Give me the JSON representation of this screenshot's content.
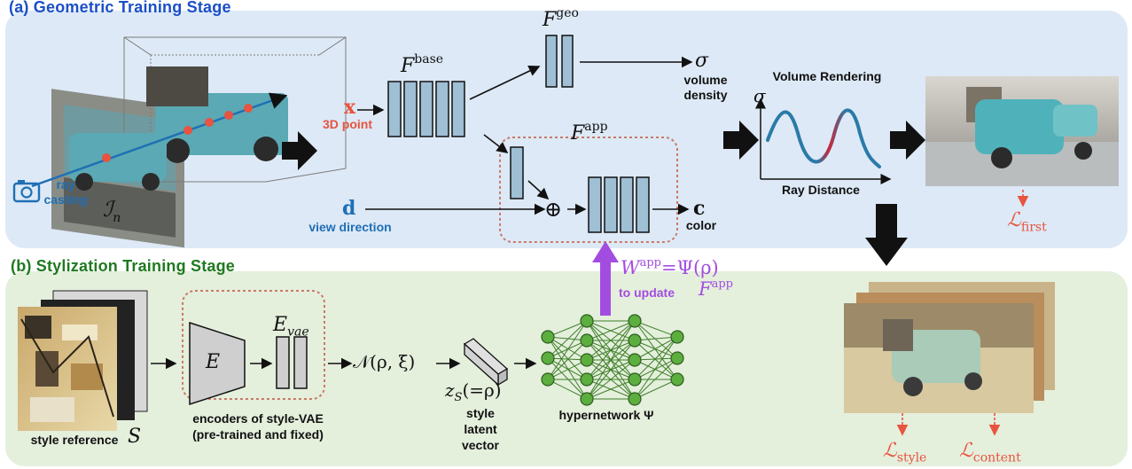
{
  "stages": {
    "geometric": "(a) Geometric Training Stage",
    "stylization": "(b) Stylization Training Stage"
  },
  "geometric": {
    "ray_label": "ray",
    "casting_label": "casting",
    "image_symbol": "ℐ",
    "image_subscript": "n",
    "x_symbol": "x",
    "point_label": "3D point",
    "d_symbol": "d",
    "view_direction_label": "view direction",
    "f_base": "F",
    "f_base_sup": "base",
    "f_geo": "F",
    "f_geo_sup": "geo",
    "f_app": "F",
    "f_app_sup": "app",
    "sigma": "σ",
    "volume_label": "volume",
    "density_label": "density",
    "c_symbol": "c",
    "color_label": "color",
    "oplus": "⊕",
    "volume_rendering_title": "Volume Rendering",
    "plot_sigma": "σ",
    "ray_distance_label": "Ray Distance",
    "loss_first": "ℒ",
    "loss_first_sub": "first"
  },
  "stylization": {
    "style_reference_label": "style reference",
    "style_reference_symbol": "S",
    "encoder_letter": "E",
    "e_vae": "E",
    "e_vae_sub": "vae",
    "encoders_line1": "encoders of style-VAE",
    "encoders_line2": "(pre-trained and fixed)",
    "normal_dist": "𝒩(ρ, ξ)",
    "zs": "z",
    "zs_sub": "S",
    "zs_rho": "(=ρ)",
    "style_word": "style",
    "latent_word": "latent",
    "vector_word": "vector",
    "hypernetwork_label": "hypernetwork Ψ",
    "w_app": "W",
    "w_app_sup": "app",
    "w_app_rhs": "=Ψ(ρ)",
    "to_update_label": "to update",
    "to_update_f": "F",
    "to_update_sup": "app",
    "loss_style": "ℒ",
    "loss_style_sub": "style",
    "loss_content": "ℒ",
    "loss_content_sub": "content"
  },
  "colors": {
    "panel_a": "#dde9f6",
    "panel_b": "#e4efdc",
    "block": "#9fbfd4",
    "accent_red": "#e8543f",
    "accent_blue": "#1f6fb5",
    "accent_purple": "#a34de0",
    "net_green": "#5cae3e"
  }
}
